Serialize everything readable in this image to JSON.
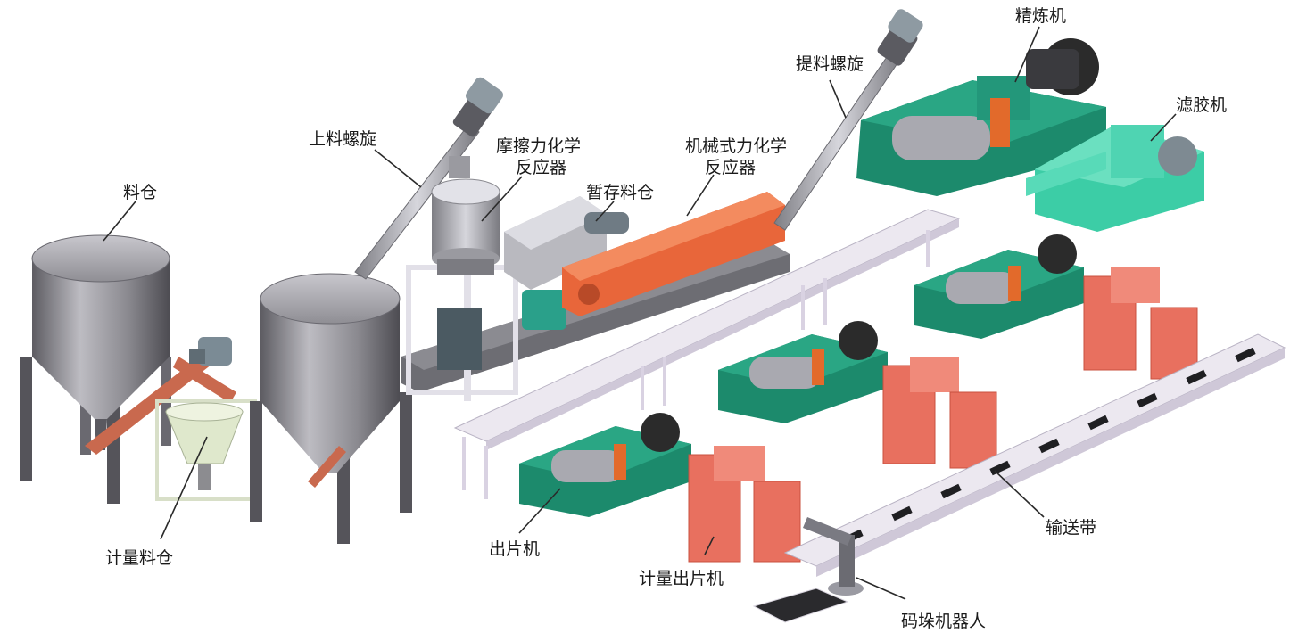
{
  "labels": {
    "silo": "料仓",
    "meter_bin": "计量料仓",
    "feed_screw": "上料螺旋",
    "friction_reactor_l1": "摩擦力化学",
    "friction_reactor_l2": "反应器",
    "buffer_bin": "暂存料仓",
    "mech_reactor_l1": "机械式力化学",
    "mech_reactor_l2": "反应器",
    "lift_screw": "提料螺旋",
    "refiner": "精炼机",
    "strainer": "滤胶机",
    "sheet_out": "出片机",
    "meter_sheet_out": "计量出片机",
    "conveyor": "输送带",
    "palletizing_robot": "码垛机器人"
  },
  "colors": {
    "green": "#1c8a6c",
    "green_dark": "#0f5e49",
    "teal": "#4fd4b2",
    "red": "#e8705f",
    "red_dark": "#c9503f",
    "orange": "#ee6a3c",
    "grey_tank": "#8d8c92",
    "grey_dark": "#4a4a50",
    "frame": "#e4e0ea",
    "motor": "#2b2b2b"
  }
}
